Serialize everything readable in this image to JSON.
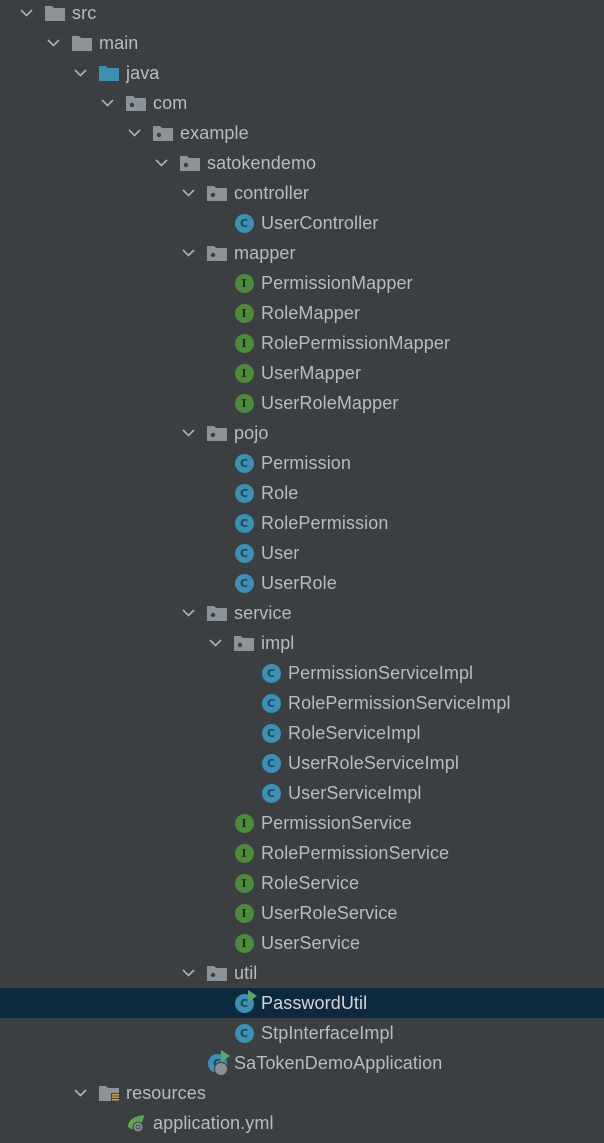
{
  "colors": {
    "background": "#3c3f41",
    "selection": "#0d293e",
    "text": "#bbbbbb",
    "folder": "#8c9399",
    "source_folder": "#3f8fb0",
    "class_icon": "#3d8fb3",
    "interface_icon": "#4e8a3b",
    "resources_badge": "#d9a343"
  },
  "tree": [
    {
      "label": "src",
      "depth": 0,
      "type": "folder",
      "expanded": true
    },
    {
      "label": "main",
      "depth": 1,
      "type": "folder",
      "expanded": true
    },
    {
      "label": "java",
      "depth": 2,
      "type": "source-folder",
      "expanded": true
    },
    {
      "label": "com",
      "depth": 3,
      "type": "package",
      "expanded": true
    },
    {
      "label": "example",
      "depth": 4,
      "type": "package",
      "expanded": true
    },
    {
      "label": "satokendemo",
      "depth": 5,
      "type": "package",
      "expanded": true
    },
    {
      "label": "controller",
      "depth": 6,
      "type": "package",
      "expanded": true
    },
    {
      "label": "UserController",
      "depth": 7,
      "type": "class"
    },
    {
      "label": "mapper",
      "depth": 6,
      "type": "package",
      "expanded": true
    },
    {
      "label": "PermissionMapper",
      "depth": 7,
      "type": "interface"
    },
    {
      "label": "RoleMapper",
      "depth": 7,
      "type": "interface"
    },
    {
      "label": "RolePermissionMapper",
      "depth": 7,
      "type": "interface"
    },
    {
      "label": "UserMapper",
      "depth": 7,
      "type": "interface"
    },
    {
      "label": "UserRoleMapper",
      "depth": 7,
      "type": "interface"
    },
    {
      "label": "pojo",
      "depth": 6,
      "type": "package",
      "expanded": true
    },
    {
      "label": "Permission",
      "depth": 7,
      "type": "class"
    },
    {
      "label": "Role",
      "depth": 7,
      "type": "class"
    },
    {
      "label": "RolePermission",
      "depth": 7,
      "type": "class"
    },
    {
      "label": "User",
      "depth": 7,
      "type": "class"
    },
    {
      "label": "UserRole",
      "depth": 7,
      "type": "class"
    },
    {
      "label": "service",
      "depth": 6,
      "type": "package",
      "expanded": true
    },
    {
      "label": "impl",
      "depth": 7,
      "type": "package",
      "expanded": true
    },
    {
      "label": "PermissionServiceImpl",
      "depth": 8,
      "type": "class"
    },
    {
      "label": "RolePermissionServiceImpl",
      "depth": 8,
      "type": "class"
    },
    {
      "label": "RoleServiceImpl",
      "depth": 8,
      "type": "class"
    },
    {
      "label": "UserRoleServiceImpl",
      "depth": 8,
      "type": "class"
    },
    {
      "label": "UserServiceImpl",
      "depth": 8,
      "type": "class"
    },
    {
      "label": "PermissionService",
      "depth": 7,
      "type": "interface"
    },
    {
      "label": "RolePermissionService",
      "depth": 7,
      "type": "interface"
    },
    {
      "label": "RoleService",
      "depth": 7,
      "type": "interface"
    },
    {
      "label": "UserRoleService",
      "depth": 7,
      "type": "interface"
    },
    {
      "label": "UserService",
      "depth": 7,
      "type": "interface"
    },
    {
      "label": "util",
      "depth": 6,
      "type": "package",
      "expanded": true
    },
    {
      "label": "PasswordUtil",
      "depth": 7,
      "type": "runnable-class",
      "selected": true
    },
    {
      "label": "StpInterfaceImpl",
      "depth": 7,
      "type": "class"
    },
    {
      "label": "SaTokenDemoApplication",
      "depth": 6,
      "type": "spring-app-class"
    },
    {
      "label": "resources",
      "depth": 2,
      "type": "resources-folder",
      "expanded": true
    },
    {
      "label": "application.yml",
      "depth": 3,
      "type": "spring-config"
    }
  ],
  "icon_glyphs": {
    "class": "C",
    "interface": "I"
  }
}
